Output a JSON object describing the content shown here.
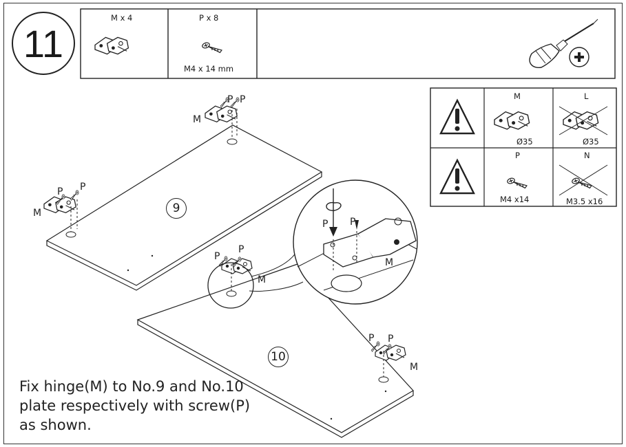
{
  "step": {
    "number": "11"
  },
  "parts": [
    {
      "label": "M x 4",
      "size": ""
    },
    {
      "label": "P  x 8",
      "size": "M4 x 14 mm"
    }
  ],
  "warning": {
    "hinge_ok": "M",
    "hinge_ok_size": "Ø35",
    "hinge_bad": "L",
    "hinge_bad_size": "Ø35",
    "screw_ok": "P",
    "screw_ok_size": "M4 x14",
    "screw_bad": "N",
    "screw_bad_size": "M3.5 x16"
  },
  "plates": {
    "plate_9": "9",
    "plate_10": "10"
  },
  "marks": {
    "hinge": "M",
    "screw": "P"
  },
  "instruction": "Fix hinge(M) to No.9 and No.10 plate respectively with screw(P) as shown.",
  "icons": [
    "screwdriver-icon",
    "phillips-head-icon",
    "warning-icon",
    "hinge-icon",
    "screw-icon",
    "cross-out-icon"
  ]
}
